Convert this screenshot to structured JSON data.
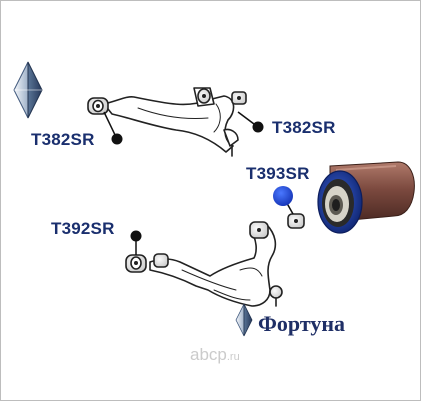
{
  "diagram": {
    "callouts": [
      {
        "id": "upper-left",
        "label": "T382SR"
      },
      {
        "id": "upper-right",
        "label": "T382SR"
      },
      {
        "id": "highlighted",
        "label": "T393SR"
      },
      {
        "id": "lower",
        "label": "T392SR"
      }
    ],
    "brand": {
      "name": "Фортуна",
      "watermark_main": "abcp",
      "watermark_suffix": ".ru"
    },
    "colors": {
      "label": "#1a2f6e",
      "highlight": "#1f45c8",
      "bushing_body": "#6a3e35",
      "bushing_ring": "#1b3a9a",
      "metal": "#f2f2f2"
    }
  }
}
